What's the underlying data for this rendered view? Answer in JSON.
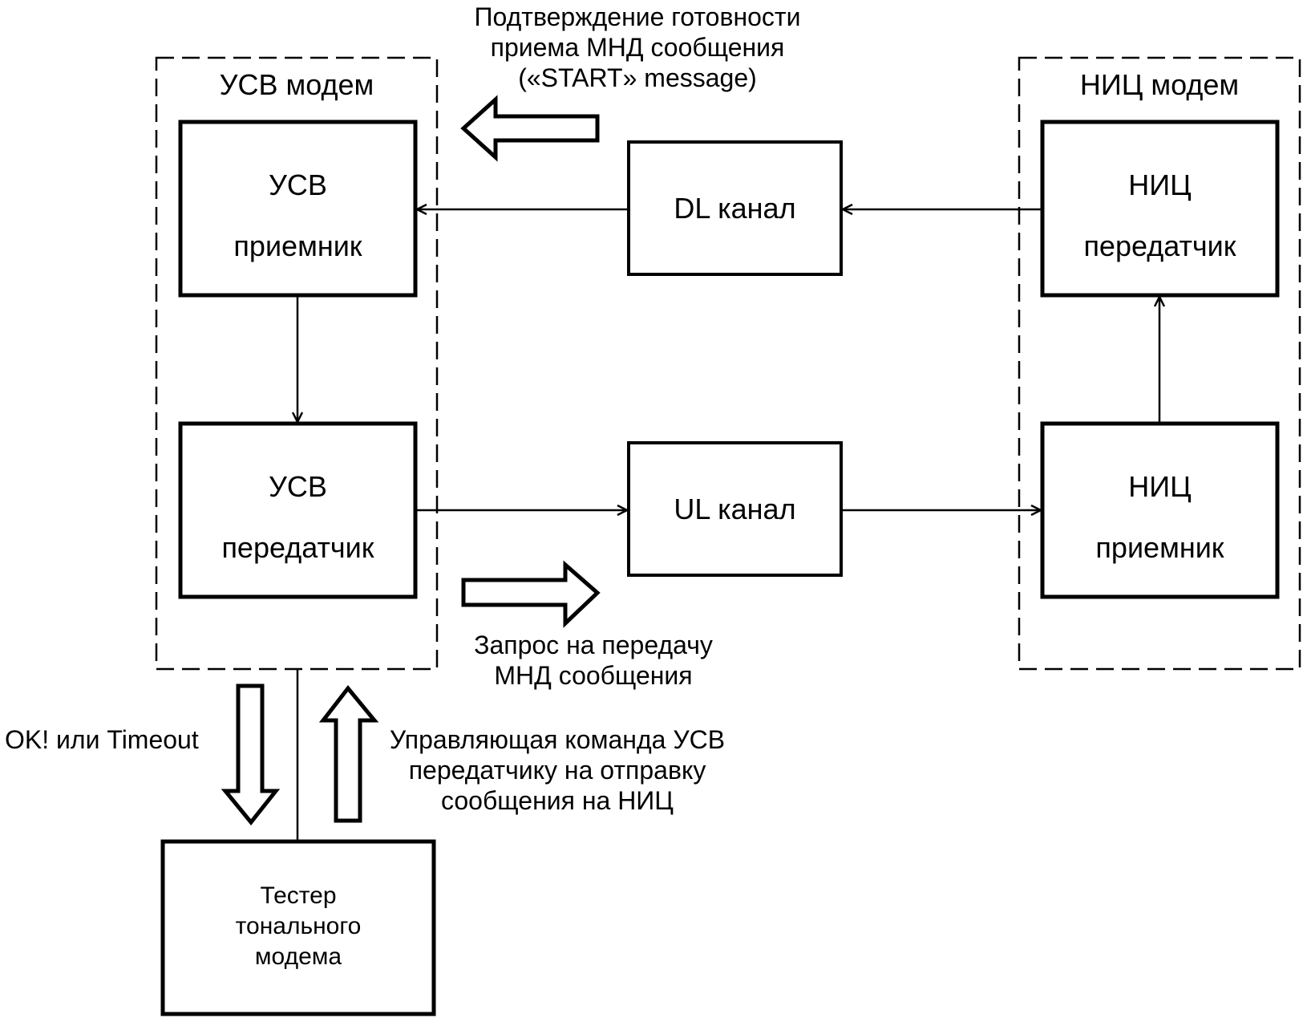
{
  "groups": {
    "usv_modem": {
      "title": "УСВ модем"
    },
    "nic_modem": {
      "title": "НИЦ модем"
    }
  },
  "blocks": {
    "usv_receiver": {
      "lines": [
        "УСВ",
        "приемник"
      ]
    },
    "usv_transmitter": {
      "lines": [
        "УСВ",
        "передатчик"
      ]
    },
    "dl_channel": {
      "label": "DL канал"
    },
    "ul_channel": {
      "label": "UL канал"
    },
    "nic_transmitter": {
      "lines": [
        "НИЦ",
        "передатчик"
      ]
    },
    "nic_receiver": {
      "lines": [
        "НИЦ",
        "приемник"
      ]
    },
    "tester": {
      "lines": [
        "Тестер",
        "тонального",
        "модема"
      ]
    }
  },
  "annotations": {
    "start_ack": {
      "lines": [
        "Подтверждение готовности",
        "приема МНД сообщения",
        "(«START» message)"
      ]
    },
    "transfer_request": {
      "lines": [
        "Запрос на передачу",
        "МНД сообщения"
      ]
    },
    "ok_timeout": {
      "label": "OK! или Timeout"
    },
    "control_command": {
      "lines": [
        "Управляющая команда УСВ",
        "передатчику на отправку",
        "сообщения на НИЦ"
      ]
    }
  },
  "colors": {
    "stroke": "#000000",
    "background": "#ffffff"
  }
}
